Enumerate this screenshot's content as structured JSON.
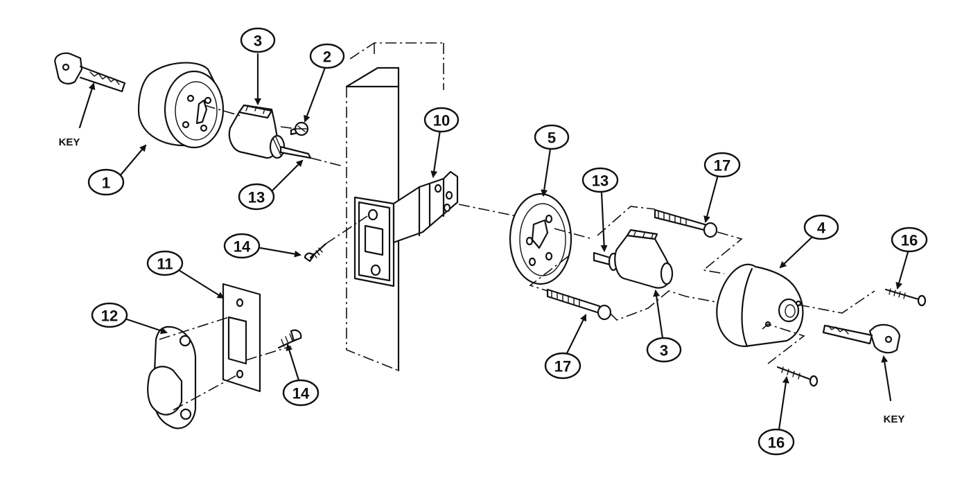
{
  "labels": {
    "key_left": "KEY",
    "key_right": "KEY"
  },
  "callouts": {
    "c1": "1",
    "c2": "2",
    "c3_top": "3",
    "c3_bottom": "3",
    "c4": "4",
    "c5": "5",
    "c10": "10",
    "c11": "11",
    "c12": "12",
    "c13_left": "13",
    "c13_right": "13",
    "c14_mid": "14",
    "c14_low": "14",
    "c16_top": "16",
    "c16_bottom": "16",
    "c17_top": "17",
    "c17_bottom": "17"
  }
}
